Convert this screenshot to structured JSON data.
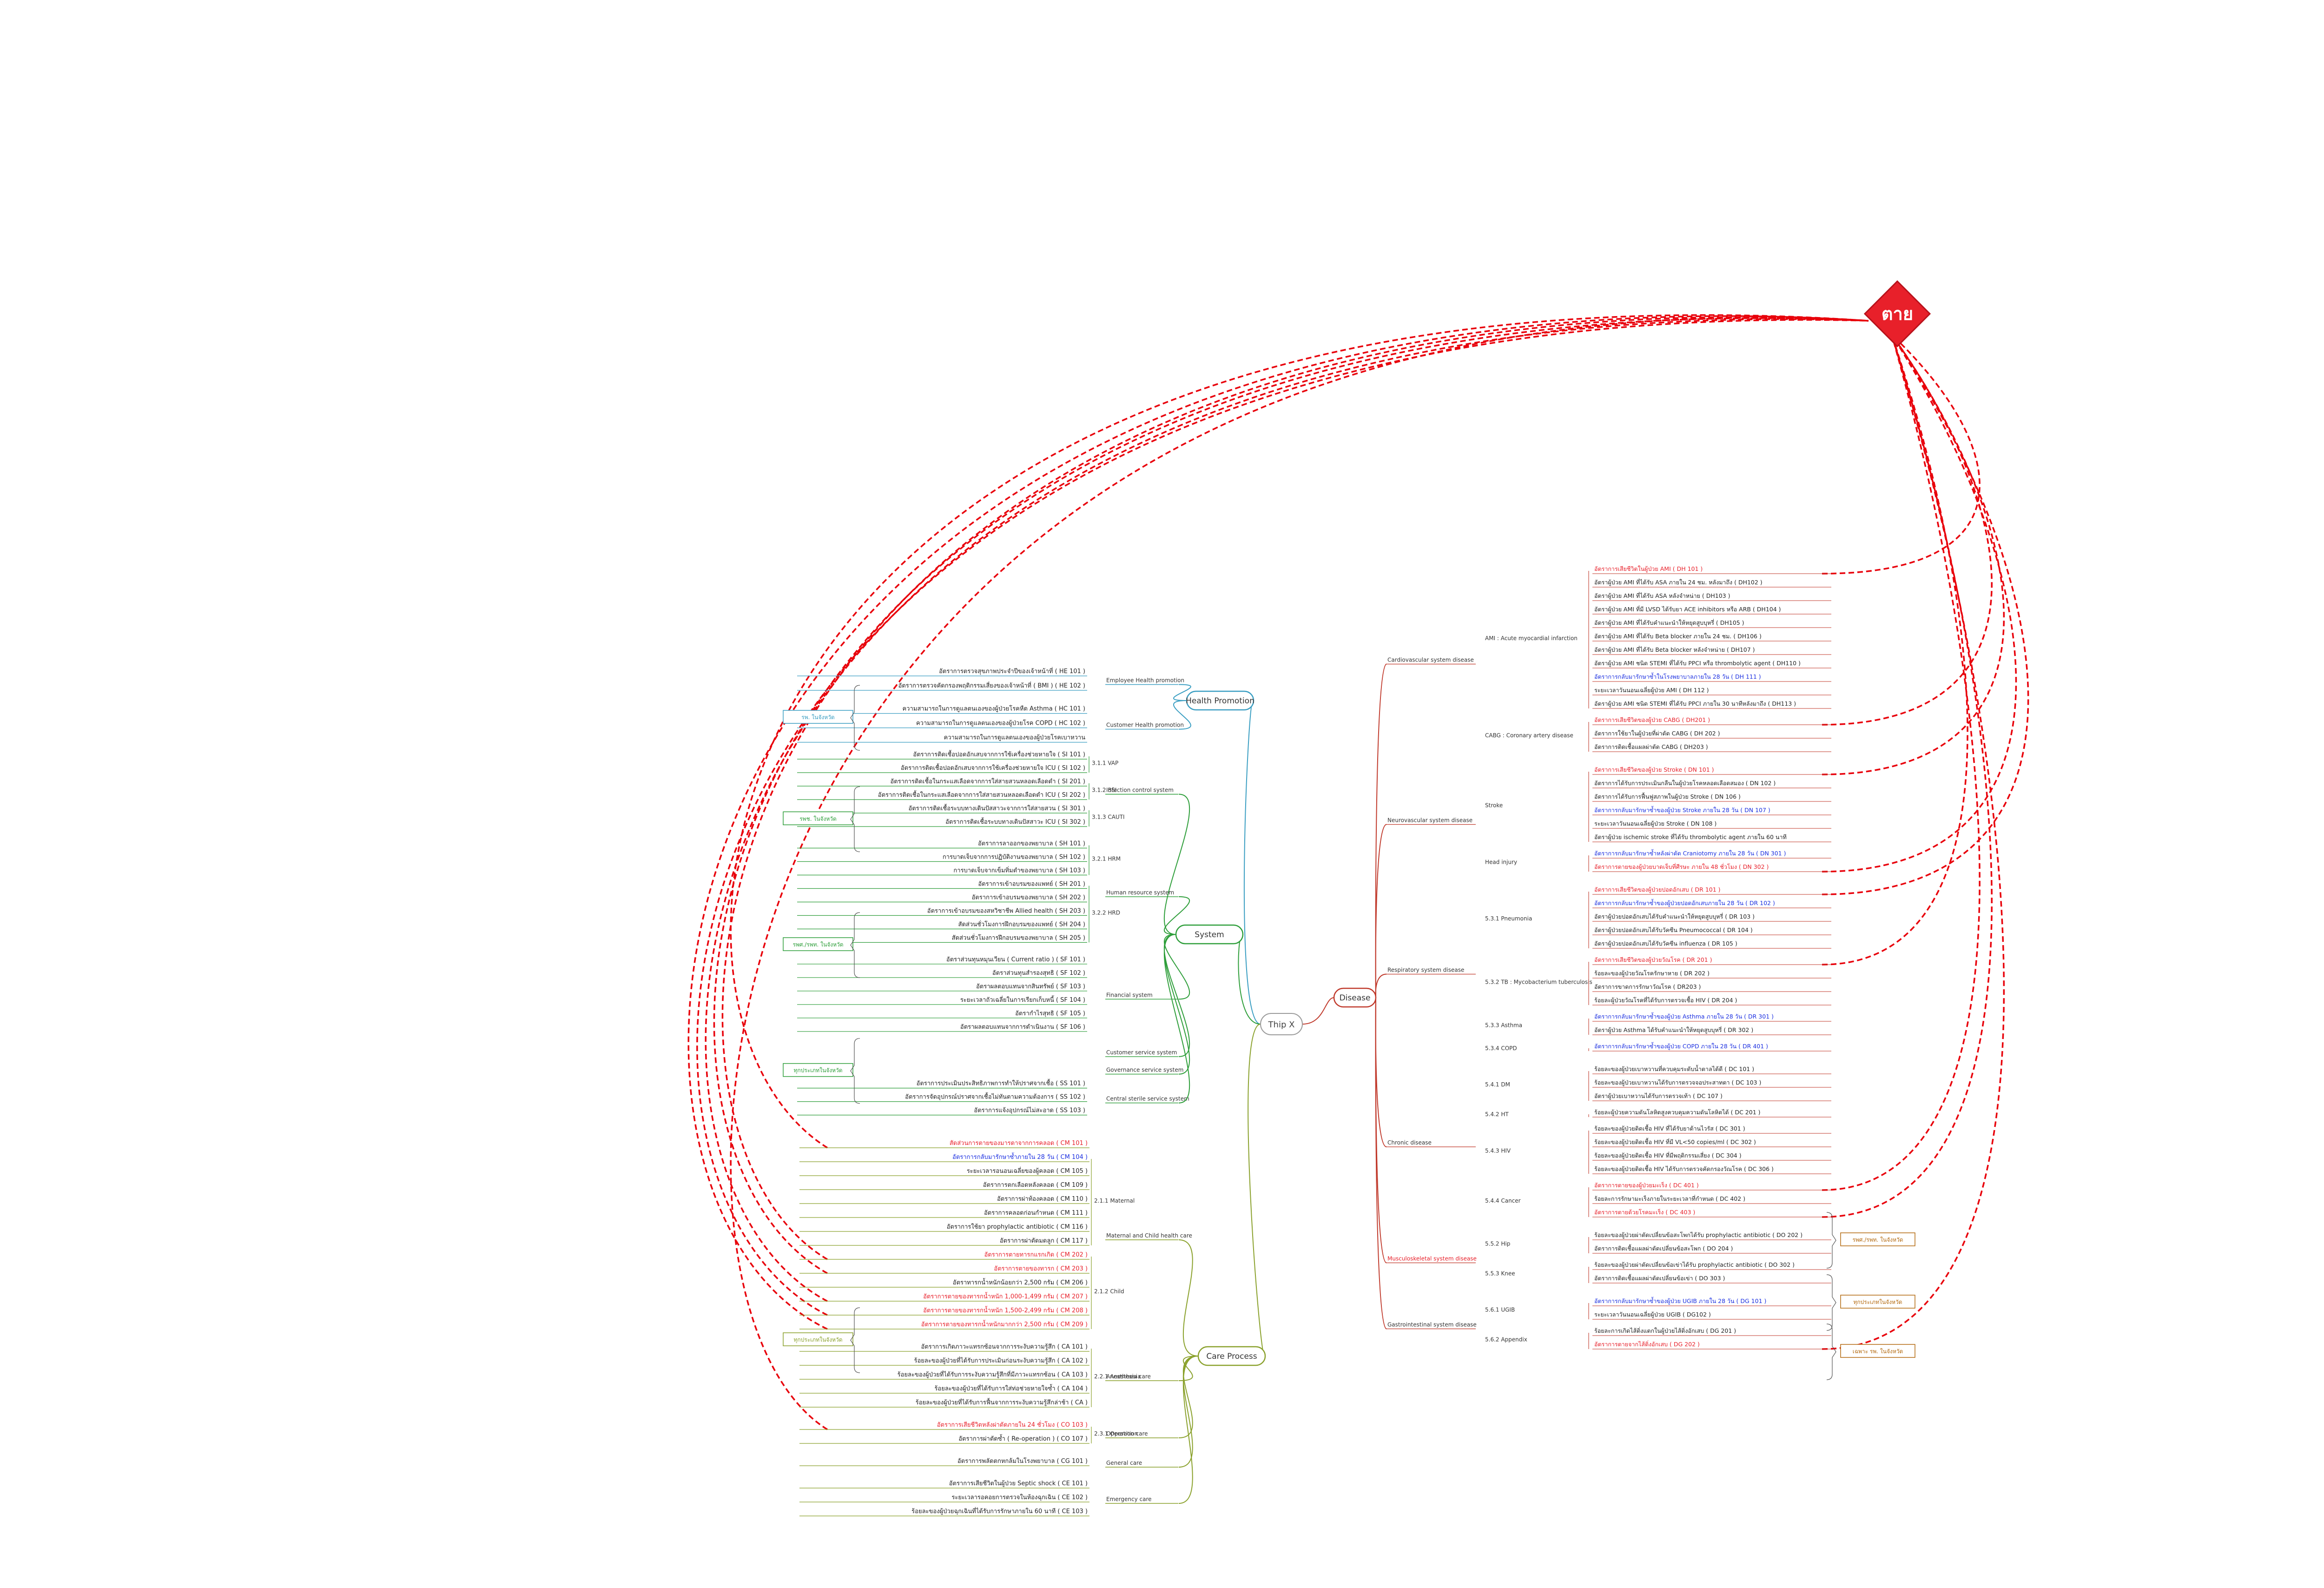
{
  "central_topic": "Thip X",
  "death_node": {
    "label": "ตาย",
    "color": "#e8202a"
  },
  "colors": {
    "branch_health": "#3a9ec2",
    "branch_system": "#2e9e3a",
    "branch_care": "#8aa12c",
    "branch_disease": "#c0392b",
    "death_links": "#e8000b",
    "blue_text": "#1a2ee0",
    "red_text": "#e8202a"
  },
  "branches": [
    {
      "id": "health",
      "label": "Health Promotion",
      "color": "#3a9ec2",
      "subs": [
        {
          "label": "Employee Health promotion",
          "leaves": [
            {
              "t": "อัตราการตรวจสุขภาพประจำปีของเจ้าหน้าที่ ( HE 101 )"
            },
            {
              "t": "อัตราการตรวจคัดกรองพฤติกรรมเสี่ยงของเจ้าหน้าที่ ( BMI ) ( HE 102 )"
            }
          ]
        },
        {
          "label": "Customer Health promotion",
          "leaves": [
            {
              "t": "ความสามารถในการดูแลตนเองของผู้ป่วยโรคหืด Asthma ( HC 101 )"
            },
            {
              "t": "ความสามารถในการดูแลตนเองของผู้ป่วยโรค COPD ( HC 102 )"
            },
            {
              "t": "ความสามารถในการดูแลตนเองของผู้ป่วยโรคเบาหวาน"
            }
          ]
        }
      ],
      "tag": "รพ. ในจังหวัด"
    },
    {
      "id": "system",
      "label": "System",
      "color": "#2e9e3a",
      "subs": [
        {
          "label": "Infection control system",
          "leaves": [
            {
              "t": "อัตราการติดเชื้อปอดอักเสบจากการใช้เครื่องช่วยหายใจ ( SI 101 )",
              "g": "3.1.1 VAP"
            },
            {
              "t": "อัตราการติดเชื้อปอดอักเสบจากการใช้เครื่องช่วยหายใจ ICU ( SI 102 )",
              "g": "3.1.1 VAP"
            },
            {
              "t": "อัตราการติดเชื้อในกระแสเลือดจากการใส่สายสวนหลอดเลือดดำ ( SI 201 )",
              "g": "3.1.2 BSI"
            },
            {
              "t": "อัตราการติดเชื้อในกระแสเลือดจากการใส่สายสวนหลอดเลือดดำ ICU ( SI 202 )",
              "g": "3.1.2 BSI"
            },
            {
              "t": "อัตราการติดเชื้อระบบทางเดินปัสสาวะจากการใส่สายสวน ( SI 301 )",
              "g": "3.1.3 CAUTI"
            },
            {
              "t": "อัตราการติดเชื้อระบบทางเดินปัสสาวะ ICU ( SI 302 )",
              "g": "3.1.3 CAUTI"
            }
          ]
        },
        {
          "label": "Human resource system",
          "leaves": [
            {
              "t": "อัตราการลาออกของพยาบาล ( SH 101 )",
              "g": "3.2.1 HRM"
            },
            {
              "t": "การบาดเจ็บจากการปฏิบัติงานของพยาบาล ( SH 102 )",
              "g": "3.2.1 HRM"
            },
            {
              "t": "การบาดเจ็บจากเข็มทิ่มตำของพยาบาล ( SH 103 )",
              "g": "3.2.1 HRM"
            },
            {
              "t": "อัตราการเข้าอบรมของแพทย์ ( SH 201 )",
              "g": "3.2.2 HRD"
            },
            {
              "t": "อัตราการเข้าอบรมของพยาบาล ( SH 202 )",
              "g": "3.2.2 HRD"
            },
            {
              "t": "อัตราการเข้าอบรมของสหวิชาชีพ Allied health ( SH 203 )",
              "g": "3.2.2 HRD"
            },
            {
              "t": "สัดส่วนชั่วโมงการฝึกอบรมของแพทย์ ( SH 204 )",
              "g": "3.2.2 HRD"
            },
            {
              "t": "สัดส่วนชั่วโมงการฝึกอบรมของพยาบาล ( SH 205 )",
              "g": "3.2.2 HRD"
            }
          ]
        },
        {
          "label": "Financial system",
          "leaves": [
            {
              "t": "อัตราส่วนทุนหมุนเวียน ( Current ratio ) ( SF 101 )"
            },
            {
              "t": "อัตราส่วนทุนสำรองสุทธิ ( SF 102 )"
            },
            {
              "t": "อัตราผลตอบแทนจากสินทรัพย์ ( SF 103 )"
            },
            {
              "t": "ระยะเวลาถัวเฉลี่ยในการเรียกเก็บหนี้ ( SF 104 )"
            },
            {
              "t": "อัตรากำไรสุทธิ ( SF 105 )"
            },
            {
              "t": "อัตราผลตอบแทนจากการดำเนินงาน ( SF 106 )"
            }
          ]
        },
        {
          "label": "Customer service system",
          "leaves": []
        },
        {
          "label": "Governance service system",
          "leaves": []
        },
        {
          "label": "Central sterile service system",
          "leaves": [
            {
              "t": "อัตราการประเมินประสิทธิภาพการทำให้ปราศจากเชื้อ ( SS 101 )"
            },
            {
              "t": "อัตราการจัดอุปกรณ์ปราศจากเชื้อไม่ทันตามความต้องการ ( SS 102 )"
            },
            {
              "t": "อัตราการแจ้งอุปกรณ์ไม่สะอาด ( SS 103 )"
            }
          ]
        }
      ],
      "tags": [
        "รพช. ในจังหวัด",
        "รพศ./รพท. ในจังหวัด",
        "ทุกประเภทในจังหวัด"
      ]
    },
    {
      "id": "care",
      "label": "Care Process",
      "color": "#8aa12c",
      "subs": [
        {
          "label": "Maternal and Child health care",
          "leaves": [
            {
              "t": "สัดส่วนการตายของมารดาจากการคลอด ( CM 101 )",
              "red": true
            },
            {
              "t": "อัตราการกลับมารักษาซ้ำภายใน 28 วัน ( CM 104 )",
              "blue": true,
              "g": "2.1.1 Maternal"
            },
            {
              "t": "ระยะเวลารอนอนเฉลี่ยของผู้คลอด ( CM 105 )",
              "g": "2.1.1 Maternal"
            },
            {
              "t": "อัตราการตกเลือดหลังคลอด ( CM 109 )",
              "g": "2.1.1 Maternal"
            },
            {
              "t": "อัตราการผ่าท้องคลอด ( CM 110 )",
              "g": "2.1.1 Maternal"
            },
            {
              "t": "อัตราการคลอดก่อนกำหนด ( CM 111 )",
              "g": "2.1.1 Maternal"
            },
            {
              "t": "อัตราการใช้ยา prophylactic antibiotic ( CM 116 )",
              "g": "2.1.1 Maternal"
            },
            {
              "t": "อัตราการผ่าตัดมดลูก ( CM 117 )",
              "g": "2.1.1 Maternal"
            },
            {
              "t": "อัตราการตายทารกแรกเกิด ( CM 202 )",
              "red": true,
              "g": "2.1.2 Child"
            },
            {
              "t": "อัตราการตายของทารก ( CM 203 )",
              "red": true,
              "g": "2.1.2 Child"
            },
            {
              "t": "อัตราทารกน้ำหนักน้อยกว่า 2,500 กรัม ( CM 206 )",
              "g": "2.1.2 Child"
            },
            {
              "t": "อัตราการตายของทารกน้ำหนัก 1,000-1,499 กรัม ( CM 207 )",
              "red": true,
              "g": "2.1.2 Child"
            },
            {
              "t": "อัตราการตายของทารกน้ำหนัก 1,500-2,499 กรัม ( CM 208 )",
              "red": true,
              "g": "2.1.2 Child"
            },
            {
              "t": "อัตราการตายของทารกน้ำหนักมากกว่า 2,500 กรัม ( CM 209 )",
              "red": true,
              "g": "2.1.2 Child"
            }
          ]
        },
        {
          "label": "Anesthesia care",
          "leaves": [
            {
              "t": "อัตราการเกิดภาวะแทรกซ้อนจากการระงับความรู้สึก ( CA 101 )",
              "g": "2.2.1 Anesthesia"
            },
            {
              "t": "ร้อยละของผู้ป่วยที่ได้รับการประเมินก่อนระงับความรู้สึก ( CA 102 )",
              "g": "2.2.1 Anesthesia"
            },
            {
              "t": "ร้อยละของผู้ป่วยที่ได้รับการระงับความรู้สึกที่มีภาวะแทรกซ้อน ( CA 103 )",
              "g": "2.2.1 Anesthesia"
            },
            {
              "t": "ร้อยละของผู้ป่วยที่ได้รับการใส่ท่อช่วยหายใจซ้ำ ( CA 104 )",
              "g": "2.2.1 Anesthesia"
            },
            {
              "t": "ร้อยละของผู้ป่วยที่ได้รับการฟื้นจากการระงับความรู้สึกล่าช้า ( CA )",
              "g": "2.2.1 Anesthesia"
            }
          ]
        },
        {
          "label": "Operation care",
          "leaves": [
            {
              "t": "อัตราการเสียชีวิตหลังผ่าตัดภายใน 24 ชั่วโมง ( CO 103 )",
              "red": true,
              "g": "2.3.1 Operation"
            },
            {
              "t": "อัตราการผ่าตัดซ้ำ ( Re-operation ) ( CO 107 )",
              "g": "2.3.1 Operation"
            }
          ]
        },
        {
          "label": "General care",
          "leaves": [
            {
              "t": "อัตราการพลัดตกหกล้มในโรงพยาบาล ( CG 101 )"
            }
          ]
        },
        {
          "label": "Emergency care",
          "leaves": [
            {
              "t": "อัตราการเสียชีวิตในผู้ป่วย Septic shock ( CE 101 )"
            },
            {
              "t": "ระยะเวลารอคอยการตรวจในห้องฉุกเฉิน ( CE 102 )"
            },
            {
              "t": "ร้อยละของผู้ป่วยฉุกเฉินที่ได้รับการรักษาภายใน 60 นาที ( CE 103 )"
            }
          ]
        }
      ],
      "tag": "ทุกประเภทในจังหวัด"
    },
    {
      "id": "disease",
      "label": "Disease",
      "color": "#c0392b",
      "subs": [
        {
          "label": "Cardiovascular system disease",
          "groups": [
            {
              "g": "AMI : Acute myocardial infarction",
              "leaves": [
                {
                  "t": "อัตราการเสียชีวิตในผู้ป่วย AMI ( DH 101 )",
                  "red": true
                },
                {
                  "t": "อัตราผู้ป่วย AMI ที่ได้รับ ASA ภายใน 24 ชม. หลังมาถึง ( DH102 )"
                },
                {
                  "t": "อัตราผู้ป่วย AMI ที่ได้รับ ASA หลังจำหน่าย ( DH103 )"
                },
                {
                  "t": "อัตราผู้ป่วย AMI ที่มี LVSD ได้รับยา ACE inhibitors หรือ ARB ( DH104 )"
                },
                {
                  "t": "อัตราผู้ป่วย AMI ที่ได้รับคำแนะนำให้หยุดสูบบุหรี่ ( DH105 )"
                },
                {
                  "t": "อัตราผู้ป่วย AMI ที่ได้รับ Beta blocker ภายใน 24 ชม. ( DH106 )"
                },
                {
                  "t": "อัตราผู้ป่วย AMI ที่ได้รับ Beta blocker หลังจำหน่าย ( DH107 )"
                },
                {
                  "t": "อัตราผู้ป่วย AMI ชนิด STEMI ที่ได้รับ PPCI หรือ thrombolytic agent ( DH110 )"
                },
                {
                  "t": "อัตราการกลับมารักษาซ้ำในโรงพยาบาลภายใน 28 วัน ( DH 111 )",
                  "blue": true
                },
                {
                  "t": "ระยะเวลาวันนอนเฉลี่ยผู้ป่วย AMI ( DH 112 )"
                },
                {
                  "t": "อัตราผู้ป่วย AMI ชนิด STEMI ที่ได้รับ PPCI ภายใน 30 นาทีหลังมาถึง ( DH113 )"
                }
              ]
            },
            {
              "g": "CABG : Coronary artery disease",
              "leaves": [
                {
                  "t": "อัตราการเสียชีวิตของผู้ป่วย CABG ( DH201 )",
                  "red": true
                },
                {
                  "t": "อัตราการใช้ยาในผู้ป่วยที่ผ่าตัด CABG ( DH 202 )"
                },
                {
                  "t": "อัตราการติดเชื้อแผลผ่าตัด CABG ( DH203 )"
                }
              ]
            }
          ]
        },
        {
          "label": "Neurovascular system disease",
          "groups": [
            {
              "g": "Stroke",
              "leaves": [
                {
                  "t": "อัตราการเสียชีวิตของผู้ป่วย Stroke ( DN 101 )",
                  "red": true
                },
                {
                  "t": "อัตราการได้รับการประเมินกลืนในผู้ป่วยโรคหลอดเลือดสมอง ( DN 102 )"
                },
                {
                  "t": "อัตราการได้รับการฟื้นฟูสภาพในผู้ป่วย Stroke ( DN 106 )"
                },
                {
                  "t": "อัตราการกลับมารักษาซ้ำของผู้ป่วย Stroke ภายใน 28 วัน ( DN 107 )",
                  "blue": true
                },
                {
                  "t": "ระยะเวลาวันนอนเฉลี่ยผู้ป่วย Stroke ( DN 108 )"
                },
                {
                  "t": "อัตราผู้ป่วย ischemic stroke ที่ได้รับ thrombolytic agent ภายใน 60 นาที"
                }
              ]
            },
            {
              "g": "Head injury",
              "leaves": [
                {
                  "t": "อัตราการกลับมารักษาซ้ำหลังผ่าตัด Craniotomy ภายใน 28 วัน ( DN 301 )",
                  "blue": true
                },
                {
                  "t": "อัตราการตายของผู้ป่วยบาดเจ็บที่ศีรษะ ภายใน 48 ชั่วโมง ( DN 302 )",
                  "red": true
                }
              ]
            }
          ]
        },
        {
          "label": "Respiratory system disease",
          "groups": [
            {
              "g": "5.3.1 Pneumonia",
              "leaves": [
                {
                  "t": "อัตราการเสียชีวิตของผู้ป่วยปอดอักเสบ ( DR 101 )",
                  "red": true
                },
                {
                  "t": "อัตราการกลับมารักษาซ้ำของผู้ป่วยปอดอักเสบภายใน 28 วัน ( DR 102 )",
                  "blue": true
                },
                {
                  "t": "อัตราผู้ป่วยปอดอักเสบได้รับคำแนะนำให้หยุดสูบบุหรี่ ( DR 103 )"
                },
                {
                  "t": "อัตราผู้ป่วยปอดอักเสบได้รับวัคซีน Pneumococcal ( DR 104 )"
                },
                {
                  "t": "อัตราผู้ป่วยปอดอักเสบได้รับวัคซีน influenza ( DR 105 )"
                }
              ]
            },
            {
              "g": "5.3.2 TB : Mycobacterium tuberculosis",
              "leaves": [
                {
                  "t": "อัตราการเสียชีวิตของผู้ป่วยวัณโรค ( DR 201 )",
                  "red": true
                },
                {
                  "t": "ร้อยละของผู้ป่วยวัณโรครักษาหาย ( DR 202 )"
                },
                {
                  "t": "อัตราการขาดการรักษาวัณโรค ( DR203 )"
                },
                {
                  "t": "ร้อยละผู้ป่วยวัณโรคที่ได้รับการตรวจเชื้อ HIV ( DR 204 )"
                }
              ]
            },
            {
              "g": "5.3.3 Asthma",
              "leaves": [
                {
                  "t": "อัตราการกลับมารักษาซ้ำของผู้ป่วย Asthma ภายใน 28 วัน ( DR 301 )",
                  "blue": true
                },
                {
                  "t": "อัตราผู้ป่วย Asthma ได้รับคำแนะนำให้หยุดสูบบุหรี่ ( DR 302 )"
                }
              ]
            },
            {
              "g": "5.3.4 COPD",
              "leaves": [
                {
                  "t": "อัตราการกลับมารักษาซ้ำของผู้ป่วย COPD ภายใน 28 วัน ( DR 401 )",
                  "blue": true
                }
              ]
            }
          ]
        },
        {
          "label": "Chronic disease",
          "groups": [
            {
              "g": "5.4.1 DM",
              "leaves": [
                {
                  "t": "ร้อยละของผู้ป่วยเบาหวานที่ควบคุมระดับน้ำตาลได้ดี ( DC 101 )"
                },
                {
                  "t": "ร้อยละของผู้ป่วยเบาหวานได้รับการตรวจจอประสาทตา ( DC 103 )"
                },
                {
                  "t": "อัตราผู้ป่วยเบาหวานได้รับการตรวจเท้า ( DC 107 )"
                }
              ]
            },
            {
              "g": "5.4.2 HT",
              "leaves": [
                {
                  "t": "ร้อยละผู้ป่วยความดันโลหิตสูงควบคุมความดันโลหิตได้ ( DC 201 )"
                }
              ]
            },
            {
              "g": "5.4.3 HIV",
              "leaves": [
                {
                  "t": "ร้อยละของผู้ป่วยติดเชื้อ HIV ที่ได้รับยาต้านไวรัส ( DC 301 )"
                },
                {
                  "t": "ร้อยละของผู้ป่วยติดเชื้อ HIV ที่มี VL<50 copies/ml ( DC 302 )"
                },
                {
                  "t": "ร้อยละของผู้ป่วยติดเชื้อ HIV ที่มีพฤติกรรมเสี่ยง ( DC 304 )"
                },
                {
                  "t": "ร้อยละของผู้ป่วยติดเชื้อ HIV ได้รับการตรวจคัดกรองวัณโรค ( DC 306 )"
                }
              ]
            },
            {
              "g": "5.4.4 Cancer",
              "leaves": [
                {
                  "t": "อัตราการตายของผู้ป่วยมะเร็ง ( DC 401 )",
                  "red": true
                },
                {
                  "t": "ร้อยละการรักษามะเร็งภายในระยะเวลาที่กำหนด ( DC 402 )"
                },
                {
                  "t": "อัตราการตายด้วยโรคมะเร็ง ( DC 403 )",
                  "red": true
                }
              ]
            }
          ]
        },
        {
          "label": "Musculoskeletal system disease",
          "red": true,
          "groups": [
            {
              "g": "5.5.2 Hip",
              "leaves": [
                {
                  "t": "ร้อยละของผู้ป่วยผ่าตัดเปลี่ยนข้อสะโพกได้รับ prophylactic antibiotic ( DO 202 )"
                },
                {
                  "t": "อัตราการติดเชื้อแผลผ่าตัดเปลี่ยนข้อสะโพก ( DO 204 )"
                }
              ]
            },
            {
              "g": "5.5.3 Knee",
              "leaves": [
                {
                  "t": "ร้อยละของผู้ป่วยผ่าตัดเปลี่ยนข้อเข่าได้รับ prophylactic antibiotic ( DO 302 )"
                },
                {
                  "t": "อัตราการติดเชื้อแผลผ่าตัดเปลี่ยนข้อเข่า ( DO 303 )"
                }
              ]
            }
          ]
        },
        {
          "label": "Gastrointestinal system disease",
          "groups": [
            {
              "g": "5.6.1 UGIB",
              "leaves": [
                {
                  "t": "อัตราการกลับมารักษาซ้ำของผู้ป่วย UGIB ภายใน 28 วัน ( DG 101 )",
                  "blue": true
                },
                {
                  "t": "ระยะเวลาวันนอนเฉลี่ยผู้ป่วย UGIB ( DG102 )"
                }
              ]
            },
            {
              "g": "5.6.2 Appendix",
              "leaves": [
                {
                  "t": "ร้อยละการเกิดไส้ติ่งแตกในผู้ป่วยไส้ติ่งอักเสบ ( DG 201 )"
                },
                {
                  "t": "อัตราการตายจากไส้ติ่งอักเสบ ( DG 202 )",
                  "red": true
                }
              ]
            }
          ]
        }
      ],
      "tags": [
        "รพศ./รพท. ในจังหวัด",
        "ทุกประเภทในจังหวัด",
        "เฉพาะ รพ. ในจังหวัด"
      ]
    }
  ]
}
